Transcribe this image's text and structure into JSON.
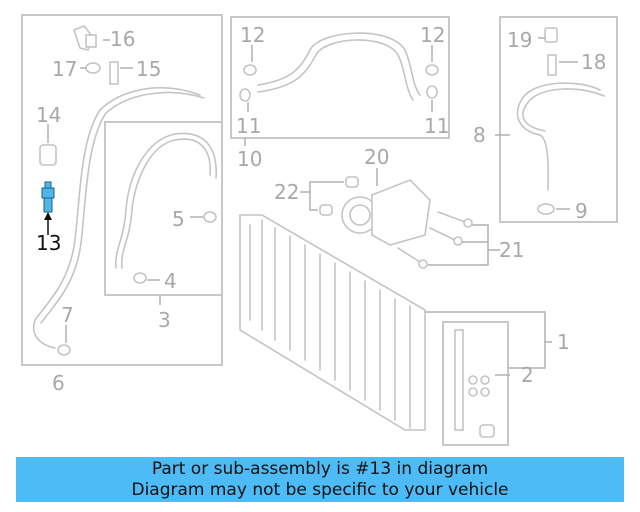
{
  "diagram": {
    "highlight_color": "#4db8e8",
    "labels": {
      "l1": "1",
      "l2": "2",
      "l3": "3",
      "l4": "4",
      "l5": "5",
      "l6": "6",
      "l7": "7",
      "l8": "8",
      "l9": "9",
      "l10": "10",
      "l11a": "11",
      "l11b": "11",
      "l12a": "12",
      "l12b": "12",
      "l13": "13",
      "l14": "14",
      "l15": "15",
      "l16": "16",
      "l17": "17",
      "l18": "18",
      "l19": "19",
      "l20": "20",
      "l21": "21",
      "l22": "22"
    },
    "highlighted_part": "13"
  },
  "caption": {
    "line1": "Part or sub-assembly is #13 in diagram",
    "line2": "Diagram may not be specific to your vehicle",
    "background": "#4dbbf5"
  }
}
